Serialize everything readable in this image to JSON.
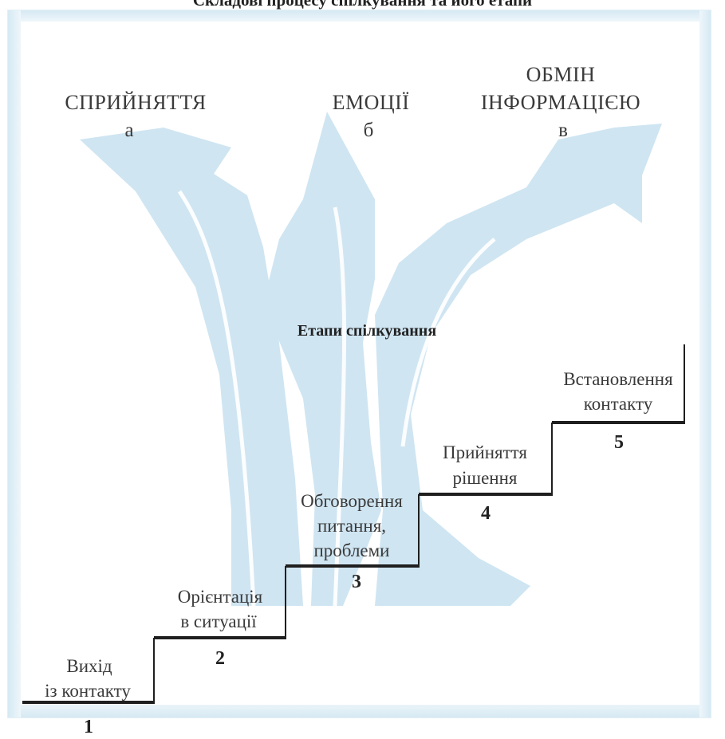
{
  "title": "Складові процесу спілкування та його етапи",
  "components": [
    {
      "label": "СПРИЙНЯТТЯ",
      "letter": "а"
    },
    {
      "label_lines": [
        "ЕМОЦІЇ"
      ],
      "letter": "б"
    },
    {
      "label_lines": [
        "ОБМІН",
        "ІНФОРМАЦІЄЮ"
      ],
      "letter": "в"
    }
  ],
  "stages_heading": "Етапи спілкування",
  "steps": [
    {
      "number": "1",
      "lines": [
        "Вихід",
        "із контакту"
      ]
    },
    {
      "number": "2",
      "lines": [
        "Орієнтація",
        "в ситуації"
      ]
    },
    {
      "number": "3",
      "lines": [
        "Обговорення",
        "питання,",
        "проблеми"
      ]
    },
    {
      "number": "4",
      "lines": [
        "Прийняття",
        "рішення"
      ]
    },
    {
      "number": "5",
      "lines": [
        "Встановлення",
        "контакту"
      ]
    }
  ],
  "colors": {
    "watermark": "#cfe5f2",
    "watermark_outline": "#ffffff",
    "stair": "#1f1f1f",
    "text": "#3a3a3a"
  }
}
